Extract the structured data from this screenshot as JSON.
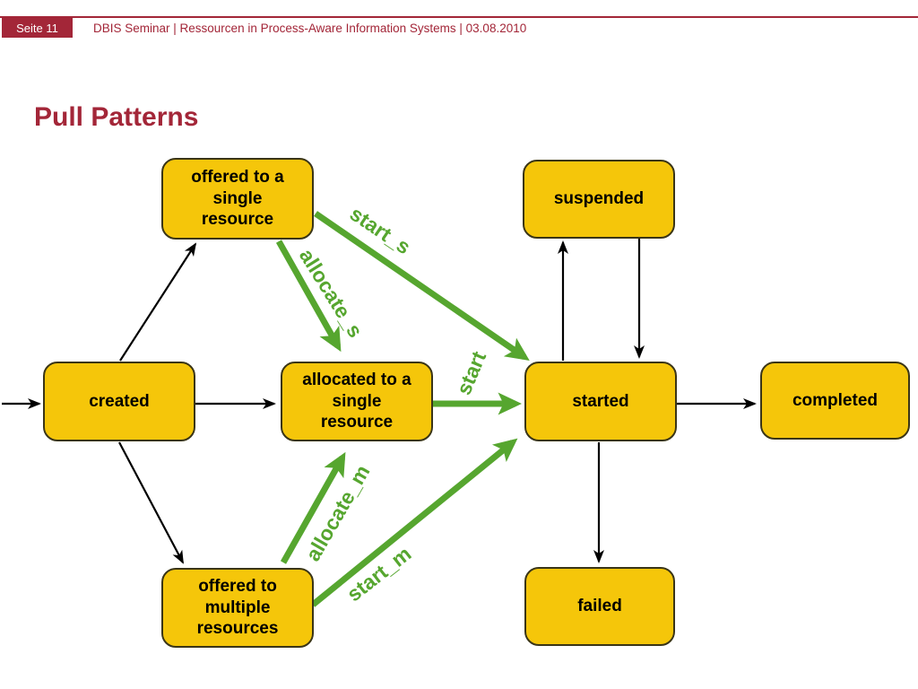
{
  "header": {
    "page_label": "Seite 11",
    "seminar_line": "DBIS Seminar | Ressourcen in Process-Aware Information Systems | 03.08.2010"
  },
  "slide": {
    "title": "Pull Patterns"
  },
  "colors": {
    "maroon": "#A32638",
    "state_fill": "#F5C60A",
    "state_border": "#3A3517",
    "transition_green": "#56A62F",
    "arrow_black": "#000000"
  },
  "diagram": {
    "states": [
      {
        "id": "offered_single",
        "label": "offered to a\nsingle\nresource"
      },
      {
        "id": "suspended",
        "label": "suspended"
      },
      {
        "id": "created",
        "label": "created"
      },
      {
        "id": "allocated_single",
        "label": "allocated to a\nsingle\nresource"
      },
      {
        "id": "started",
        "label": "started"
      },
      {
        "id": "completed",
        "label": "completed"
      },
      {
        "id": "offered_multiple",
        "label": "offered to\nmultiple\nresources"
      },
      {
        "id": "failed",
        "label": "failed"
      }
    ],
    "transitions": [
      {
        "id": "start_s",
        "label": "start_s",
        "from": "offered_single",
        "to": "started"
      },
      {
        "id": "allocate_s",
        "label": "allocate_s",
        "from": "offered_single",
        "to": "allocated_single"
      },
      {
        "id": "start",
        "label": "start",
        "from": "allocated_single",
        "to": "started"
      },
      {
        "id": "allocate_m",
        "label": "allocate_m",
        "from": "offered_multiple",
        "to": "allocated_single"
      },
      {
        "id": "start_m",
        "label": "start_m",
        "from": "offered_multiple",
        "to": "started"
      }
    ]
  }
}
